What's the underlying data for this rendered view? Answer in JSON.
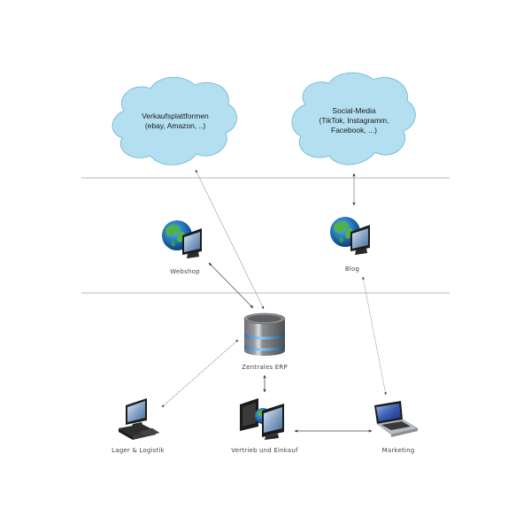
{
  "diagram": {
    "colors": {
      "cloud_fill": "#b3dff0",
      "cloud_stroke": "#6bb3d6",
      "divider": "#c8c8c8",
      "arrow": "#555555"
    },
    "clouds": [
      {
        "id": "verkauf",
        "lines": [
          "Verkaufsplattformen",
          "(ebay, Amazon, ..)"
        ]
      },
      {
        "id": "social",
        "lines": [
          "Social-Media",
          "(TikTok, Instagramm,",
          "Facebook, ...)"
        ]
      }
    ],
    "nodes": [
      {
        "id": "webshop",
        "label": "Webshop",
        "icon": "globe-monitor-icon"
      },
      {
        "id": "blog",
        "label": "Blog",
        "icon": "globe-monitor-icon"
      },
      {
        "id": "erp",
        "label": "Zentrales ERP",
        "icon": "database-icon"
      },
      {
        "id": "lager",
        "label": "Lager & Logistik",
        "icon": "desktop-computer-icon"
      },
      {
        "id": "vertrieb",
        "label": "Vertrieb und Einkauf",
        "icon": "dual-monitor-globe-icon"
      },
      {
        "id": "marketing",
        "label": "Marketing",
        "icon": "laptop-icon"
      }
    ],
    "connections": [
      {
        "from": "verkauf",
        "to": "erp",
        "style": "bidirectional",
        "line": "thin"
      },
      {
        "from": "social",
        "to": "blog",
        "style": "bidirectional"
      },
      {
        "from": "webshop",
        "to": "erp",
        "style": "bidirectional"
      },
      {
        "from": "blog",
        "to": "marketing",
        "style": "bidirectional",
        "line": "dotted"
      },
      {
        "from": "erp",
        "to": "lager",
        "style": "bidirectional",
        "line": "dotted"
      },
      {
        "from": "erp",
        "to": "vertrieb",
        "style": "bidirectional"
      },
      {
        "from": "vertrieb",
        "to": "marketing",
        "style": "bidirectional"
      }
    ],
    "dividers": 2
  }
}
